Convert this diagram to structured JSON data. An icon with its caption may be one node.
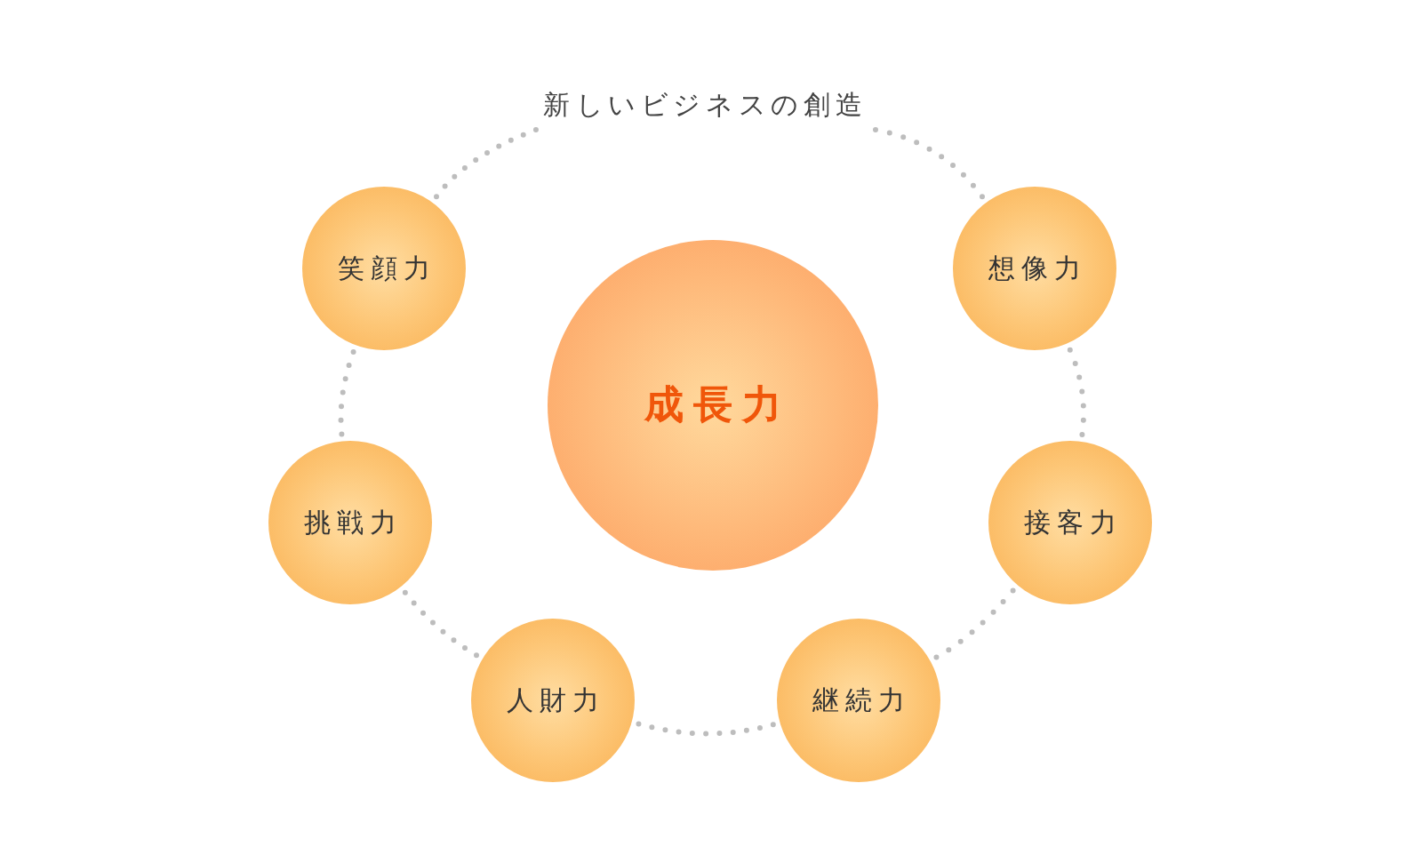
{
  "diagram": {
    "nodes": [
      {
        "text": [
          "新しいビジネスの創造"
        ]
      },
      {
        "text": [
          "笑顔力"
        ]
      },
      {
        "text": [
          "想像力"
        ]
      },
      {
        "text": [
          "成長力"
        ]
      },
      {
        "text": [
          "挑戦力"
        ]
      },
      {
        "text": [
          "接客力"
        ]
      },
      {
        "text": [
          "人財力"
        ]
      },
      {
        "text": [
          "継続力"
        ]
      }
    ],
    "edges": [
      {
        "from": 0,
        "to": 2,
        "arrow": "none"
      },
      {
        "from": 2,
        "to": 5,
        "arrow": "none"
      },
      {
        "from": 5,
        "to": 7,
        "arrow": "none"
      },
      {
        "from": 7,
        "to": 6,
        "arrow": "none"
      },
      {
        "from": 6,
        "to": 4,
        "arrow": "none"
      },
      {
        "from": 4,
        "to": 1,
        "arrow": "none"
      },
      {
        "from": 1,
        "to": 0,
        "arrow": "none"
      }
    ]
  }
}
